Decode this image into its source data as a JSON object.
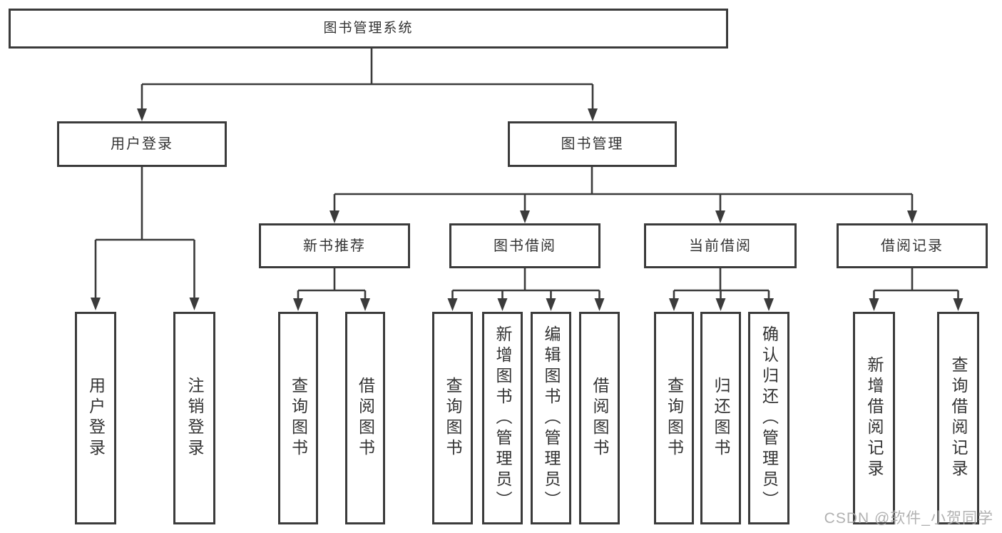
{
  "diagram": {
    "type": "tree",
    "orientation": "top-down",
    "colors": {
      "background": "#ffffff",
      "node_border": "#3b3b3b",
      "connector": "#3b3b3b",
      "text": "#333333",
      "watermark": "#a8a8a8"
    }
  },
  "tree": {
    "root": {
      "label": "图书管理系统",
      "children": [
        {
          "label": "用户登录",
          "children": [
            {
              "label": "用户登录"
            },
            {
              "label": "注销登录"
            }
          ]
        },
        {
          "label": "图书管理",
          "children": [
            {
              "label": "新书推荐",
              "children": [
                {
                  "label": "查询图书"
                },
                {
                  "label": "借阅图书"
                }
              ]
            },
            {
              "label": "图书借阅",
              "children": [
                {
                  "label": "查询图书"
                },
                {
                  "label": "新增图书（管理员）"
                },
                {
                  "label": "编辑图书（管理员）"
                },
                {
                  "label": "借阅图书"
                }
              ]
            },
            {
              "label": "当前借阅",
              "children": [
                {
                  "label": "查询图书"
                },
                {
                  "label": "归还图书"
                },
                {
                  "label": "确认归还（管理员）"
                }
              ]
            },
            {
              "label": "借阅记录",
              "children": [
                {
                  "label": "新增借阅记录"
                },
                {
                  "label": "查询借阅记录"
                }
              ]
            }
          ]
        }
      ]
    }
  },
  "watermark": {
    "text": "CSDN @软件_小贺同学"
  }
}
